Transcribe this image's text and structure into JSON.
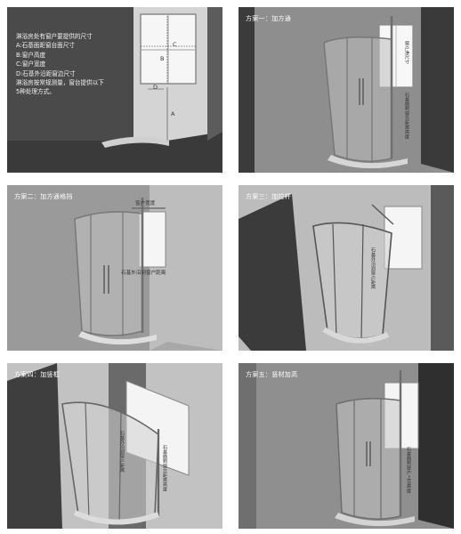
{
  "intro": {
    "lines": [
      "淋浴房处有窗户要提供的尺寸",
      "A:石基面距窗台面尺寸",
      "B:窗户高度",
      "C:窗户宽度",
      "D:石基外沿距窗边尺寸",
      "淋浴房按常规测量，窗台提供以下",
      "5种处理方式。"
    ],
    "letters": [
      "C",
      "B",
      "D",
      "A"
    ]
  },
  "plans": [
    {
      "title": "方案一：加方通",
      "labels": [
        "窗户净尺寸",
        "石基面到窗台距离高度"
      ]
    },
    {
      "title": "方案二：加方通格挡",
      "labels": [
        "窗户宽度",
        "石基外沿到窗户距离"
      ]
    },
    {
      "title": "方案三：加拉杆",
      "labels": [
        "石基外沿到窗户距离"
      ]
    },
    {
      "title": "方案四：加竖框",
      "labels": [
        "石基外沿到窗户距离",
        "石基面到窗台距离高度"
      ]
    },
    {
      "title": "方案五：竖材加高",
      "labels": [
        "石基面到窗户上沿高度"
      ]
    }
  ],
  "colors": {
    "dark": "#3a3a3a",
    "mid": "#8c8c8c",
    "light": "#cfcfcf",
    "frame": "#888888"
  }
}
